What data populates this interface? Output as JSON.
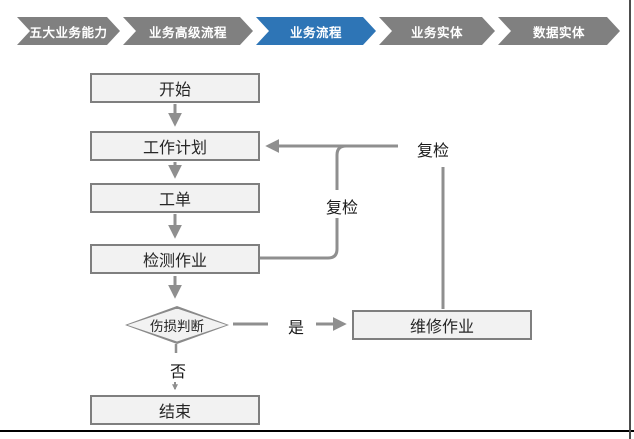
{
  "nav": {
    "items": [
      {
        "label": "五大业务能力",
        "active": false
      },
      {
        "label": "业务高级流程",
        "active": false
      },
      {
        "label": "业务流程",
        "active": true
      },
      {
        "label": "业务实体",
        "active": false
      },
      {
        "label": "数据实体",
        "active": false
      }
    ]
  },
  "flowchart": {
    "nodes": {
      "start": "开始",
      "plan": "工作计划",
      "work_order": "工单",
      "inspection": "检测作业",
      "decision": "伤损判断",
      "repair": "维修作业",
      "end": "结束"
    },
    "edge_labels": {
      "recheck_inner": "复检",
      "recheck_outer": "复检",
      "yes": "是",
      "no": "否"
    }
  },
  "colors": {
    "nav_active": "#2E75B6",
    "nav_inactive": "#808080",
    "node_fill": "#F2F2F2",
    "node_border": "#7F7F7F",
    "connector": "#8F8F8F",
    "frame_line": "#000000"
  }
}
